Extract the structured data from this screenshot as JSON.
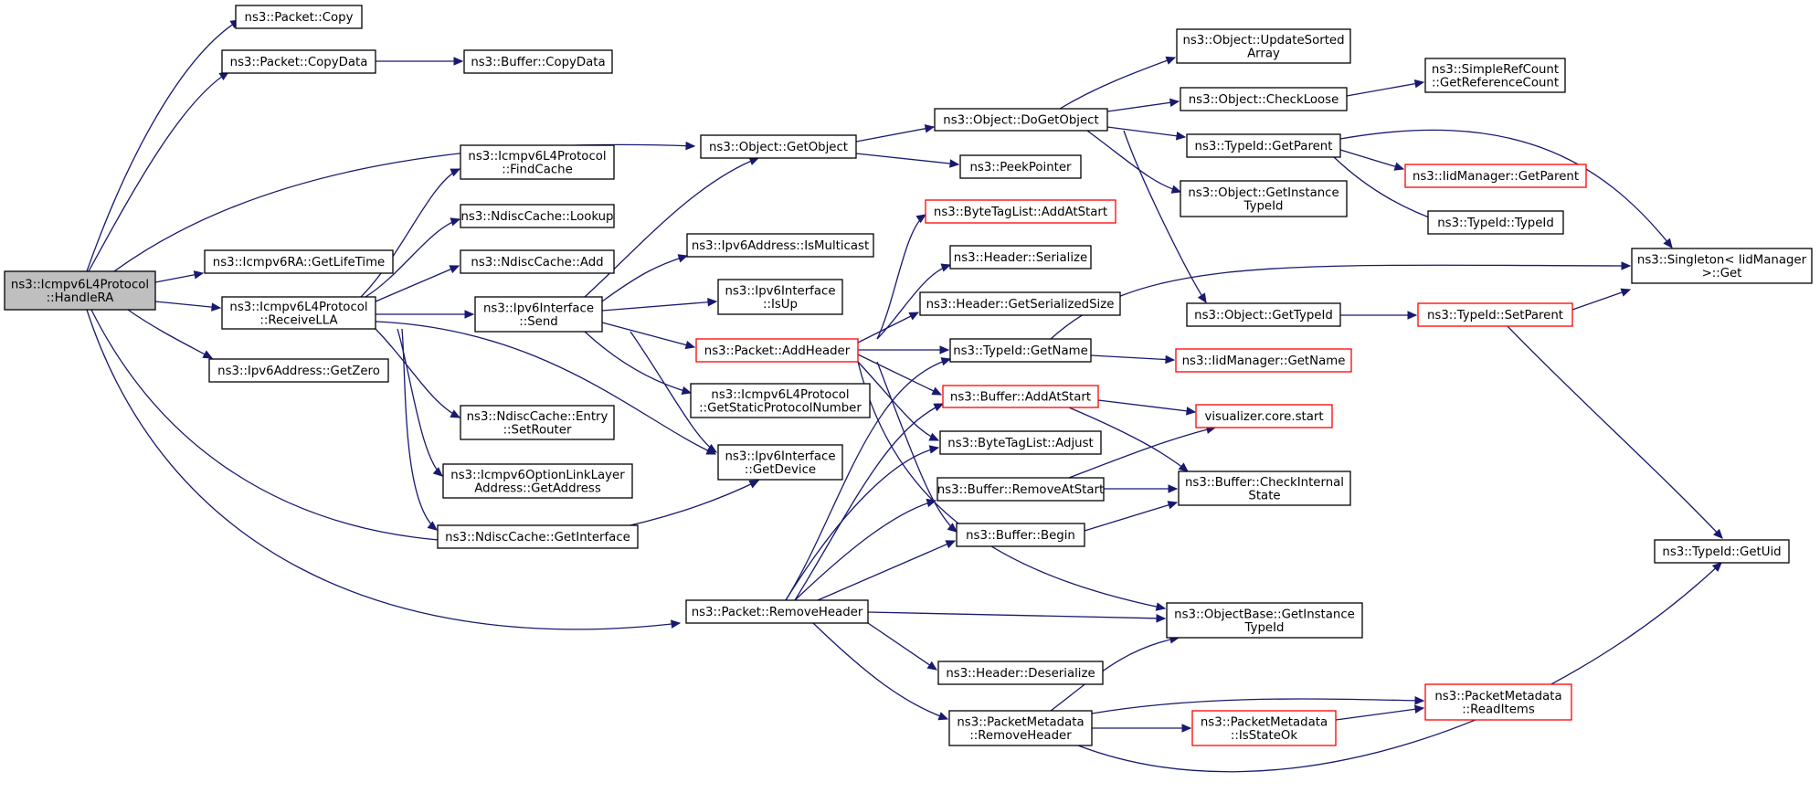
{
  "nodes": {
    "handleRA": [
      "ns3::Icmpv6L4Protocol",
      "::HandleRA"
    ],
    "pktCopy": [
      "ns3::Packet::Copy"
    ],
    "pktCopyData": [
      "ns3::Packet::CopyData"
    ],
    "bufCopyData": [
      "ns3::Buffer::CopyData"
    ],
    "getLifeTime": [
      "ns3::Icmpv6RA::GetLifeTime"
    ],
    "receiveLLA": [
      "ns3::Icmpv6L4Protocol",
      "::ReceiveLLA"
    ],
    "getZero": [
      "ns3::Ipv6Address::GetZero"
    ],
    "findCache": [
      "ns3::Icmpv6L4Protocol",
      "::FindCache"
    ],
    "lookup": [
      "ns3::NdiscCache::Lookup"
    ],
    "ndAdd": [
      "ns3::NdiscCache::Add"
    ],
    "setRouter": [
      "ns3::NdiscCache::Entry",
      "::SetRouter"
    ],
    "optGetAddr": [
      "ns3::Icmpv6OptionLinkLayer",
      "Address::GetAddress"
    ],
    "ndGetIface": [
      "ns3::NdiscCache::GetInterface"
    ],
    "getObject": [
      "ns3::Object::GetObject"
    ],
    "isMulticast": [
      "ns3::Ipv6Address::IsMulticast"
    ],
    "ifSend": [
      "ns3::Ipv6Interface",
      "::Send"
    ],
    "isUp": [
      "ns3::Ipv6Interface",
      "::IsUp"
    ],
    "getStaticProto": [
      "ns3::Icmpv6L4Protocol",
      "::GetStaticProtocolNumber"
    ],
    "getDevice": [
      "ns3::Ipv6Interface",
      "::GetDevice"
    ],
    "doGetObject": [
      "ns3::Object::DoGetObject"
    ],
    "peekPointer": [
      "ns3::PeekPointer"
    ],
    "btlAddAtStart": [
      "ns3::ByteTagList::AddAtStart"
    ],
    "hdrSerialize": [
      "ns3::Header::Serialize"
    ],
    "hdrGetSerSize": [
      "ns3::Header::GetSerializedSize"
    ],
    "addHeader": [
      "ns3::Packet::AddHeader"
    ],
    "tidGetName": [
      "ns3::TypeId::GetName"
    ],
    "bufAddAtStart": [
      "ns3::Buffer::AddAtStart"
    ],
    "btlAdjust": [
      "ns3::ByteTagList::Adjust"
    ],
    "bufRemoveAtStart": [
      "ns3::Buffer::RemoveAtStart"
    ],
    "bufBegin": [
      "ns3::Buffer::Begin"
    ],
    "removeHeader": [
      "ns3::Packet::RemoveHeader"
    ],
    "hdrDeserialize": [
      "ns3::Header::Deserialize"
    ],
    "pmRemoveHeader": [
      "ns3::PacketMetadata",
      "::RemoveHeader"
    ],
    "updateSorted": [
      "ns3::Object::UpdateSorted",
      "Array"
    ],
    "checkLoose": [
      "ns3::Object::CheckLoose"
    ],
    "tidGetParent": [
      "ns3::TypeId::GetParent"
    ],
    "objGetInstTid": [
      "ns3::Object::GetInstance",
      "TypeId"
    ],
    "objGetTid": [
      "ns3::Object::GetTypeId"
    ],
    "iidGetName": [
      "ns3::IidManager::GetName"
    ],
    "vizStart": [
      "visualizer.core.start"
    ],
    "checkInternal": [
      "ns3::Buffer::CheckInternal",
      "State"
    ],
    "obGetInstTid": [
      "ns3::ObjectBase::GetInstance",
      "TypeId"
    ],
    "pmIsStateOk": [
      "ns3::PacketMetadata",
      "::IsStateOk"
    ],
    "getRefCount": [
      "ns3::SimpleRefCount",
      "::GetReferenceCount"
    ],
    "iidGetParent": [
      "ns3::IidManager::GetParent"
    ],
    "tidTypeId": [
      "ns3::TypeId::TypeId"
    ],
    "tidSetParent": [
      "ns3::TypeId::SetParent"
    ],
    "pmReadItems": [
      "ns3::PacketMetadata",
      "::ReadItems"
    ],
    "singletonGet": [
      "ns3::Singleton< IidManager",
      " >::Get"
    ],
    "tidGetUid": [
      "ns3::TypeId::GetUid"
    ]
  }
}
